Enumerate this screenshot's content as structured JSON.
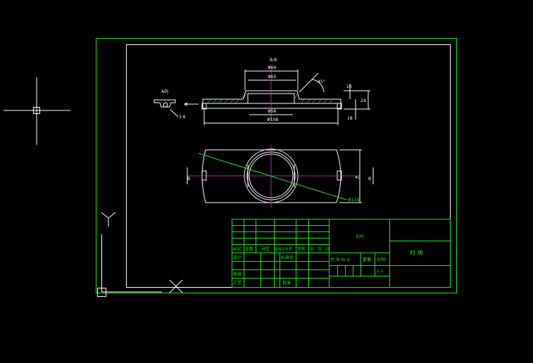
{
  "colors": {
    "background": "#000000",
    "frame": "#22e022",
    "object": "#ffffff",
    "centerline": "#e030e0"
  },
  "ucs_icon": "ucs-axis-icon",
  "crosshair_icon": "crosshair-cursor-icon",
  "section_view": {
    "title": "B-B",
    "dim_top": "Φ64",
    "dim_mid": "Φ60",
    "dim_bore": "Φ56",
    "dim_overall": "Φ108",
    "angle": "45°",
    "right_dims": [
      "24",
      "18",
      "10"
    ]
  },
  "detail_view": {
    "label": "A向",
    "note": "3.6"
  },
  "plan_view": {
    "left_mark": "B",
    "right_mark": "B",
    "dim_width": "Φ114",
    "dim_height": "40"
  },
  "title_block": {
    "material": "A30",
    "part_name": "衬 块",
    "scale": "1:1",
    "header_labels": [
      "标记",
      "处数",
      "分区",
      "更改文件号",
      "签名",
      "年、月、日"
    ],
    "left_labels": [
      "设计",
      "审核",
      "工艺"
    ],
    "mid_labels": [
      "标准化",
      "批准"
    ],
    "stage_labels": [
      "阶 段 标 记",
      "重量",
      "比例"
    ]
  }
}
